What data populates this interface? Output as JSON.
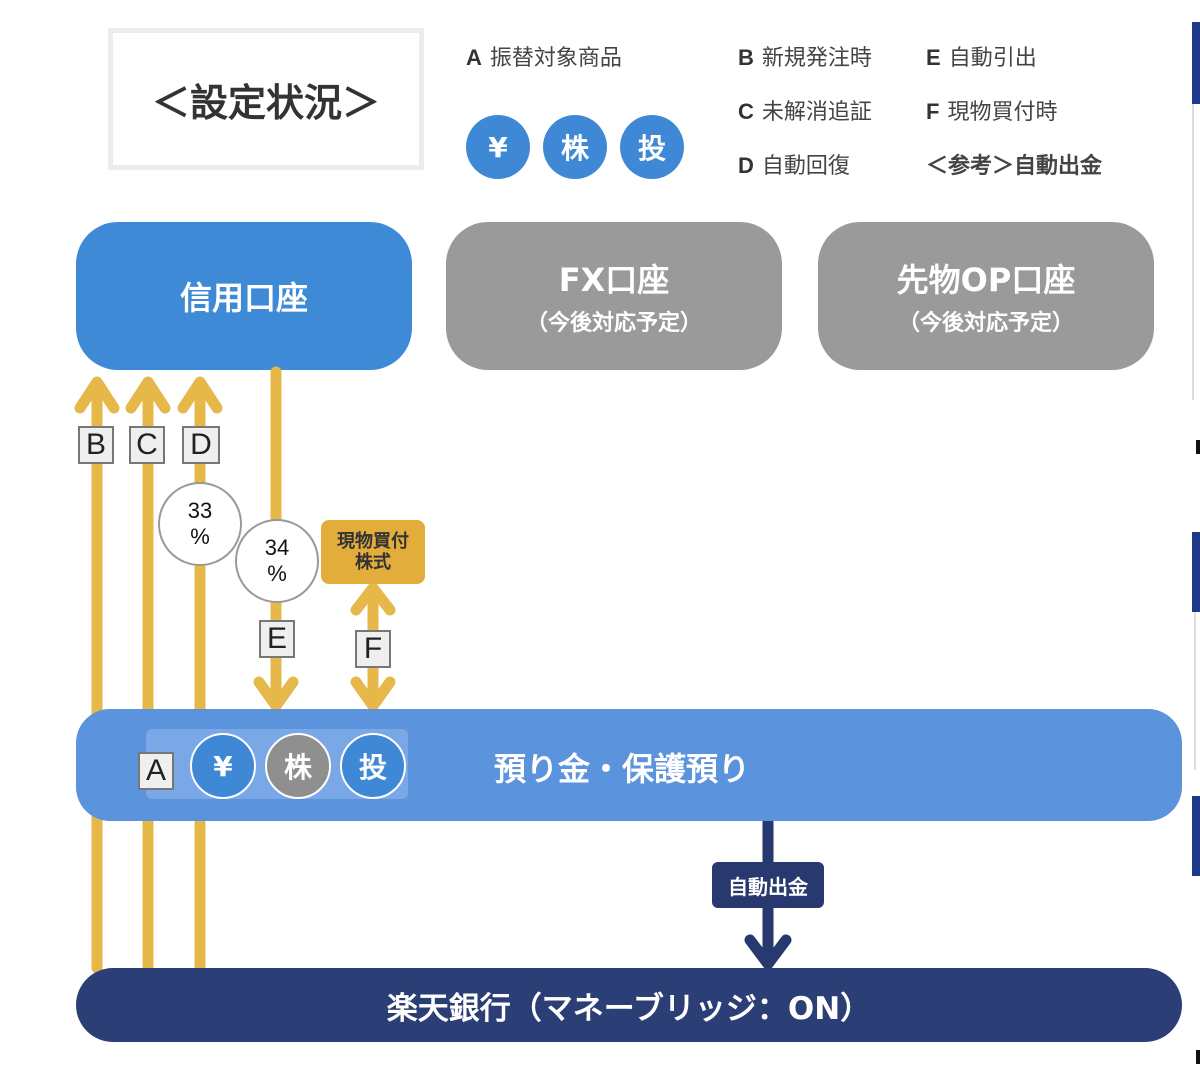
{
  "header": {
    "title": "＜設定状況＞",
    "legend": {
      "A": {
        "key": "A",
        "text": "振替対象商品"
      },
      "B": {
        "key": "B",
        "text": "新規発注時"
      },
      "C": {
        "key": "C",
        "text": "未解消追証"
      },
      "D": {
        "key": "D",
        "text": "自動回復"
      },
      "E": {
        "key": "E",
        "text": "自動引出"
      },
      "F": {
        "key": "F",
        "text": "現物買付時"
      },
      "ref": "＜参考＞自動出金"
    },
    "icons": [
      "¥",
      "株",
      "投"
    ]
  },
  "accounts": {
    "margin": {
      "name": "信用口座"
    },
    "fx": {
      "name": "FX口座",
      "sub": "（今後対応予定）"
    },
    "futures": {
      "name": "先物OP口座",
      "sub": "（今後対応予定）"
    }
  },
  "flows": {
    "B": "B",
    "C": "C",
    "D": "D",
    "E": "E",
    "F": "F",
    "A": "A",
    "d_pct": {
      "num": "33",
      "unit": "%"
    },
    "e_pct": {
      "num": "34",
      "unit": "%"
    },
    "stock_label": {
      "line1": "現物買付",
      "line2": "株式"
    },
    "auto_withdraw": "自動出金"
  },
  "deposit": {
    "label": "預り金・保護預り",
    "icons": [
      "¥",
      "株",
      "投"
    ]
  },
  "bank": {
    "label": "楽天銀行（マネーブリッジ：ON）"
  },
  "colors": {
    "blue_account": "#3f8ad6",
    "grey_account": "#9a9a9a",
    "deposit": "#5b93dc",
    "bank": "#2b3e75",
    "arrow_gold": "#e6b84a",
    "arrow_navy": "#27396f",
    "stock_tag": "#e2ad3b"
  }
}
